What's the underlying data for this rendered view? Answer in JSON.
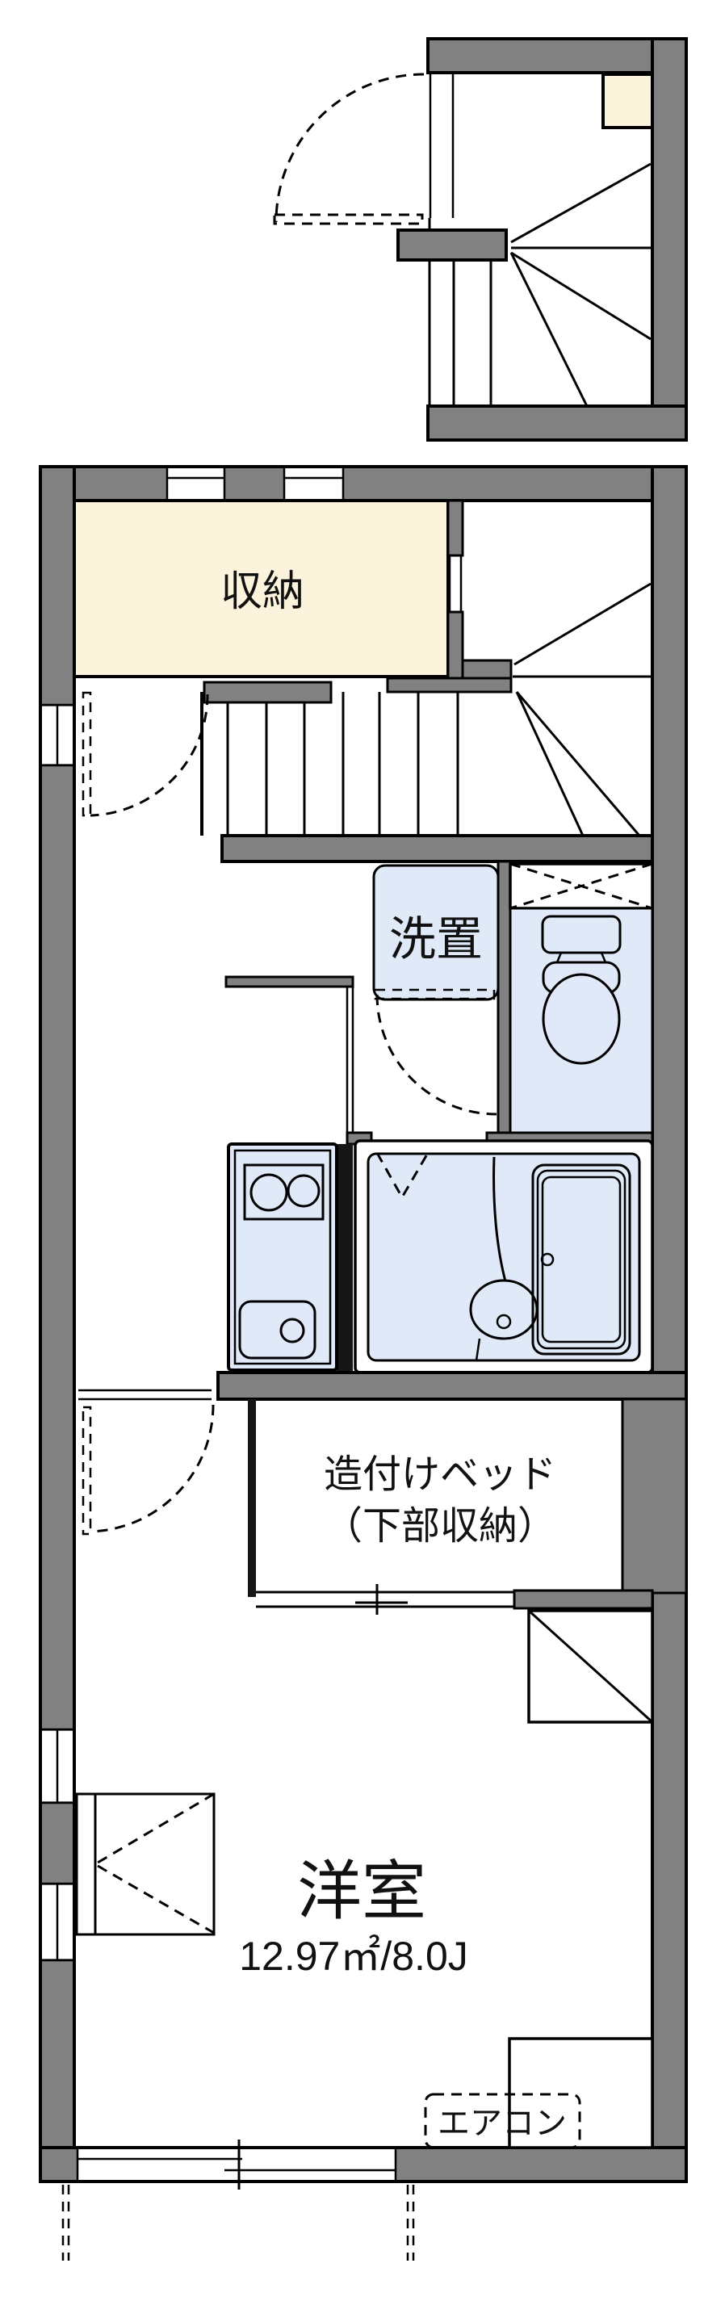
{
  "document": {
    "type": "japanese-apartment-floor-plan"
  },
  "colors": {
    "wall_gray": "#818181",
    "line_black": "#000000",
    "storage_cream": "#FCF3DD",
    "fixture_blue": "#DFE9F7",
    "background": "#FFFFFF"
  },
  "labels": {
    "storage": "収納",
    "laundry": "洗置",
    "built_in_bed_line1": "造付けベッド",
    "built_in_bed_line2": "（下部収納）",
    "western_room": "洋室",
    "western_room_size": "12.97㎡/8.0J",
    "air_conditioner": "エアコン"
  }
}
